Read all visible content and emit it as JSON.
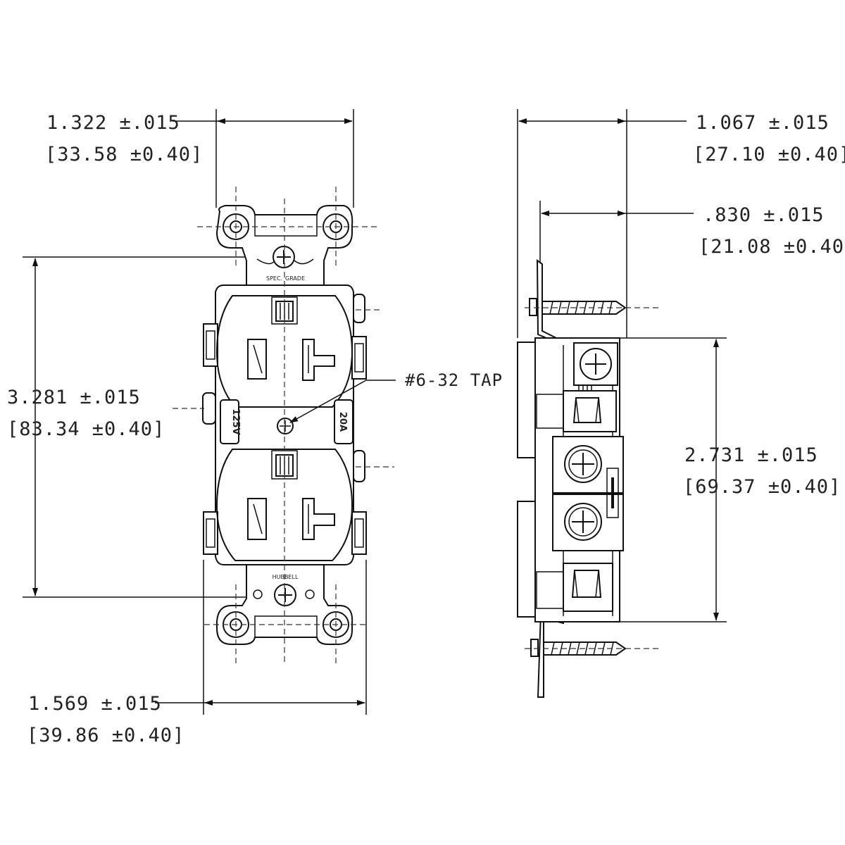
{
  "dimensions": {
    "front_width": {
      "imperial": "1.322 ±.015",
      "metric": "[33.58 ±0.40]"
    },
    "front_height": {
      "imperial": "3.281 ±.015",
      "metric": "[83.34 ±0.40]"
    },
    "strap_width": {
      "imperial": "1.569 ±.015",
      "metric": "[39.86 ±0.40]"
    },
    "side_depth": {
      "imperial": "1.067 ±.015",
      "metric": "[27.10 ±0.40]"
    },
    "side_body_depth": {
      "imperial": ".830 ±.015",
      "metric": "[21.08 ±0.40]"
    },
    "side_height": {
      "imperial": "2.731 ±.015",
      "metric": "[69.37 ±0.40]"
    }
  },
  "callouts": {
    "tap": "#6-32 TAP",
    "voltage": "125V",
    "amperage": "20A",
    "brand": "HUBBELL",
    "grade": "SPEC. GRADE"
  }
}
